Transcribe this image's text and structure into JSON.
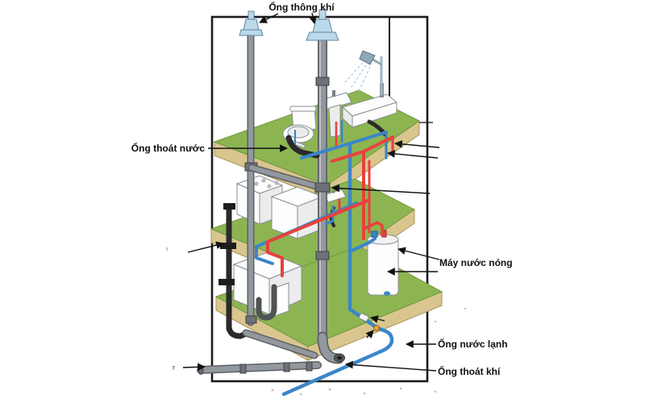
{
  "labels": {
    "vent_pipe": "Ống thông khí",
    "drain_pipe": "Ống thoát nước",
    "water_heater": "Máy nước nóng",
    "cold_water_pipe": "Ống nước lạnh",
    "air_outlet_pipe": "Ống thoát khí",
    "supply_stub": "r"
  },
  "colors": {
    "hot_water": "#e8413c",
    "cold_water": "#3a86c8",
    "floor_green": "#8cb552",
    "floor_tan": "#d9c68e",
    "pipe_gray": "#93989d",
    "pipe_dark": "#2a2a2a",
    "vent_boot": "#bcd9ea",
    "outline": "#1c1c1c",
    "label_text": "#101010"
  }
}
